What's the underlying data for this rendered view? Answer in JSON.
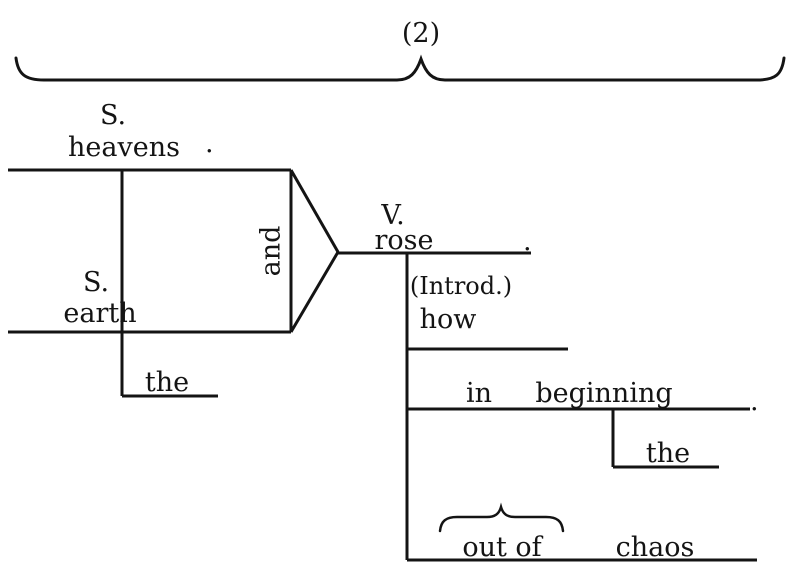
{
  "page": {
    "background_color": "#ffffff",
    "ink_color": "#141414"
  },
  "clause": {
    "number_label": "(2)"
  },
  "subjects": {
    "first": {
      "role_label": "S.",
      "word": "heavens"
    },
    "second": {
      "role_label": "S.",
      "word": "earth",
      "article": "the"
    },
    "conjunction": "and"
  },
  "verb": {
    "role_label": "V.",
    "word": "rose"
  },
  "modifiers": {
    "introductory": {
      "label": "(Introd.)",
      "word": "how"
    },
    "prep_phrase_in": {
      "preposition": "in",
      "object": "beginning",
      "article": "the"
    },
    "prep_phrase_out_of": {
      "preposition": "out of",
      "object": "chaos"
    }
  },
  "punctuation": {
    "after_heavens": ".",
    "after_rose": ".",
    "after_beginning": "."
  }
}
